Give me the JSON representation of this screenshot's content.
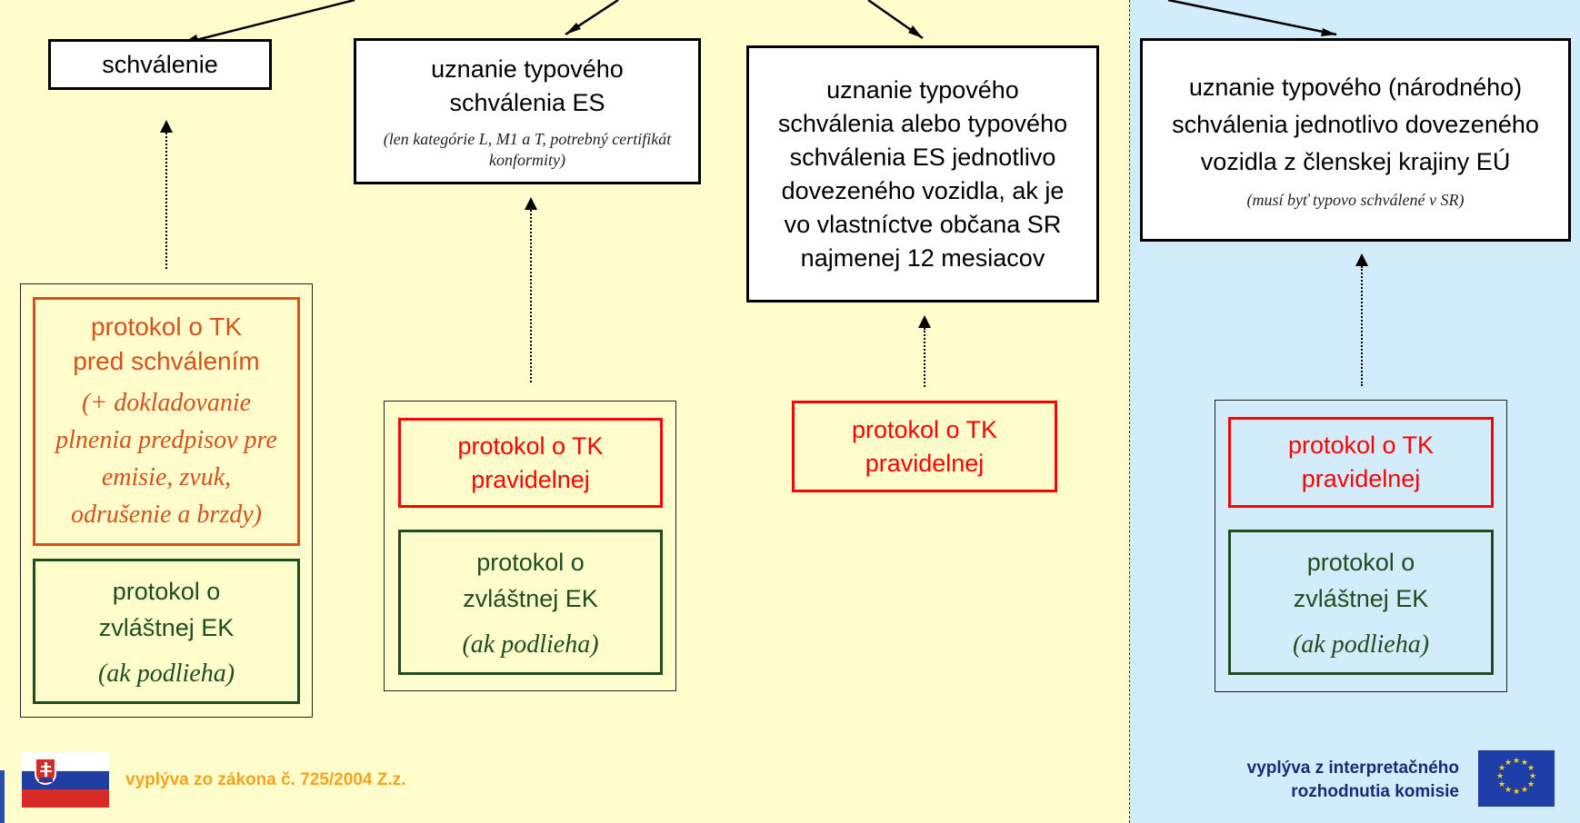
{
  "boxes": {
    "box1": "schválenie",
    "box2": "uznanie typového schválenia ES",
    "box2_note": "(len kategórie L, M1 a T, potrebný certifikát konformity)",
    "box3": "uznanie typového schválenia alebo typového schválenia ES jednotlivo dovezeného vozidla, ak je vo vlastníctve občana SR najmenej 12 mesiacov",
    "box4": "uznanie typového (národného) schválenia jednotlivo dovezeného vozidla z členskej krajiny EÚ",
    "box4_note": "(musí byť typovo schválené v SR)"
  },
  "protocols": {
    "tk_pre": "protokol o TK pred schválením",
    "tk_pre_note": "(+ dokladovanie plnenia predpisov pre emisie, zvuk, odrušenie a brzdy)",
    "tk_regular": "protokol o TK pravidelnej",
    "ek": "protokol o zvláštnej EK",
    "ek_note": "(ak podlieha)"
  },
  "footer": {
    "left": "vyplýva zo zákona č. 725/2004 Z.z.",
    "right": "vyplýva z interpretačného rozhodnutia komisie"
  },
  "colors": {
    "yellow_bg": "#fffdcc",
    "blue_bg": "#d2ecfb",
    "red": "#ff0000",
    "orange": "#d4521c",
    "green": "#1f4d1f",
    "footer_left": "#f7a21b",
    "footer_right": "#1b2a78"
  }
}
